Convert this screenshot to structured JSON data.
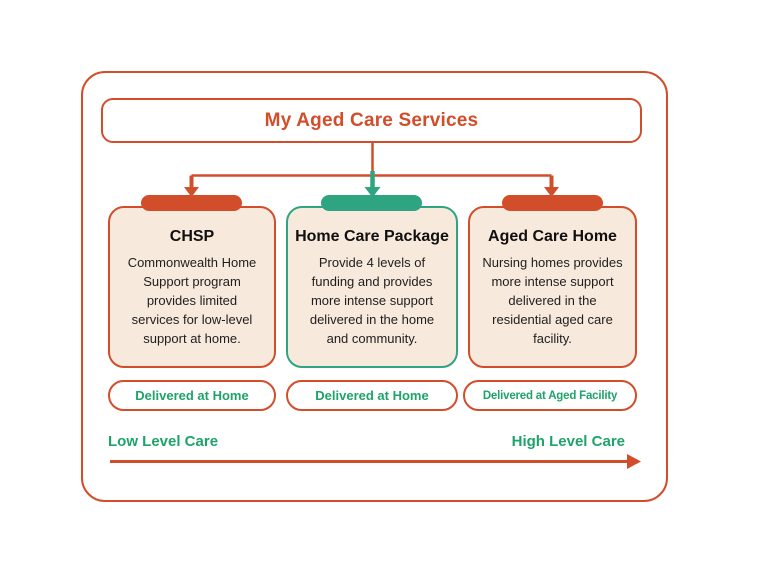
{
  "title": "My Aged Care Services",
  "services": [
    {
      "name": "CHSP",
      "description": "Commonwealth Home\nSupport program\nprovides limited\nservices for low-level\nsupport at home.",
      "delivery": "Delivered at Home",
      "accent": "orange"
    },
    {
      "name": "Home Care Package",
      "description": "Provide 4 levels of\nfunding and provides\nmore intense support\ndelivered in the home\nand community.",
      "delivery": "Delivered at Home",
      "accent": "green"
    },
    {
      "name": "Aged Care Home",
      "description": "Nursing homes provides\nmore intense support\ndelivered in the\nresidential aged care\nfacility.",
      "delivery": "Delivered at Aged Facility",
      "accent": "orange"
    }
  ],
  "care_scale": {
    "low_label": "Low Level Care",
    "high_label": "High Level Care"
  },
  "colors": {
    "orange": "#D24E2B",
    "green": "#2EA480",
    "green_text": "#1EA36B",
    "card_bg": "#F8E9DD",
    "text_dark": "#1E1E1E",
    "heading": "#101010"
  }
}
